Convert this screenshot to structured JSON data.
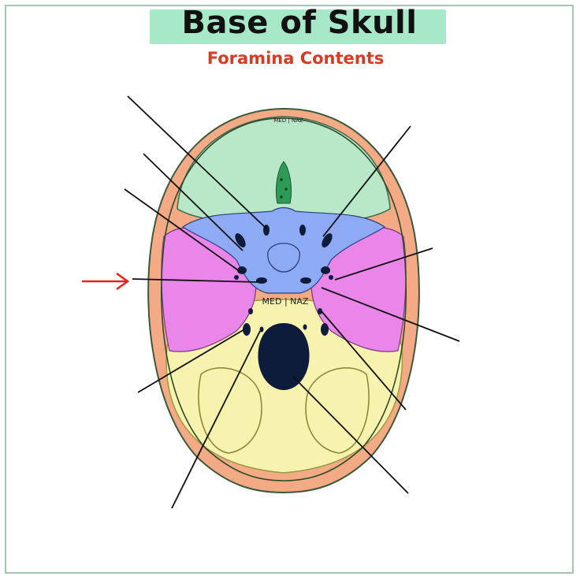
{
  "title": "Base of Skull",
  "subtitle": "Foramina Contents",
  "labels": {
    "anterior_midline": "MED | NAZ",
    "central_midline": "MED | NAZ"
  },
  "colors": {
    "title_highlight": "#a6e8c8",
    "subtitle": "#d63b25",
    "anterior_fossa": "#b9e8c8",
    "middle_fossa_wings": "#ea86ea",
    "sphenoid": "#8eaaf5",
    "posterior_fossa": "#f7f2ad",
    "outer_rim": "#f4aa84",
    "foramina": "#0d1c3a",
    "arrow": "#e8221c"
  }
}
